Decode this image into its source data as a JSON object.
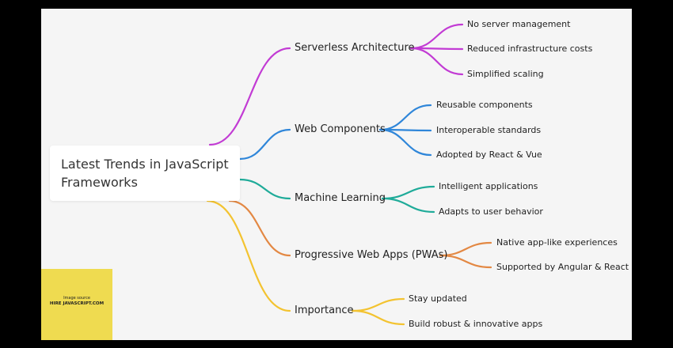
{
  "root": {
    "title": "Latest Trends in JavaScript\nFrameworks"
  },
  "branches": [
    {
      "label": "Serverless Architecture",
      "color": "#c23bd4",
      "items": [
        "No server management",
        "Reduced infrastructure costs",
        "Simplified scaling"
      ]
    },
    {
      "label": "Web Components",
      "color": "#2f86d9",
      "items": [
        "Reusable components",
        "Interoperable standards",
        "Adopted by React & Vue"
      ]
    },
    {
      "label": "Machine Learning",
      "color": "#1fab99",
      "items": [
        "Intelligent applications",
        "Adapts to user behavior"
      ]
    },
    {
      "label": "Progressive Web Apps (PWAs)",
      "color": "#e38843",
      "items": [
        "Native app-like experiences",
        "Supported by Angular & React"
      ]
    },
    {
      "label": "Importance",
      "color": "#f3c330",
      "items": [
        "Stay updated",
        "Build robust & innovative apps"
      ]
    }
  ],
  "source": {
    "label": "Image source",
    "name": "HIRE JAVASCRIPT.COM"
  }
}
